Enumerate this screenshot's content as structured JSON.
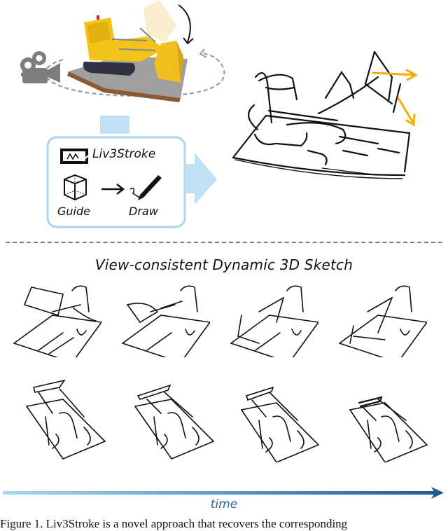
{
  "figure": {
    "number": "Figure 1",
    "caption": "Figure 1. Liv3Stroke is a novel approach that recovers the corresponding",
    "colors": {
      "flow_arrow": "#bfe1f3",
      "box_border": "#a9d6ef",
      "motion_arrow": "#f2ac0e",
      "time_start": "#a9d8f0",
      "time_end": "#1f5c99",
      "time_label": "#2a5f9a",
      "bulldozer_yellow": "#f2c418",
      "camera_gray": "#7d7d7d"
    }
  },
  "top_panel": {
    "input_scene": {
      "subject": "LEGO bulldozer",
      "camera_icon": "movie-camera-icon",
      "orbit": "dashed camera orbit path",
      "motion_arrow": "curved arrow indicating bucket rotation"
    },
    "method_box": {
      "logo_icon": "sketch-board-icon",
      "title": "Liv3Stroke",
      "steps": [
        {
          "icon": "cube-icon",
          "label": "Guide"
        },
        {
          "icon": "arrow-right-icon",
          "label": ""
        },
        {
          "icon": "pen-icon",
          "label": "Draw"
        }
      ]
    },
    "output_sketch": {
      "description": "3D line sketch of bulldozer",
      "motion_arrows": 2,
      "motion_arrow_color": "#f2ac0e"
    }
  },
  "bottom_panel": {
    "title": "View-consistent Dynamic 3D Sketch",
    "rows": [
      {
        "view": "side view",
        "frames": 4
      },
      {
        "view": "top view",
        "frames": 4
      }
    ],
    "time_axis_label": "time"
  }
}
